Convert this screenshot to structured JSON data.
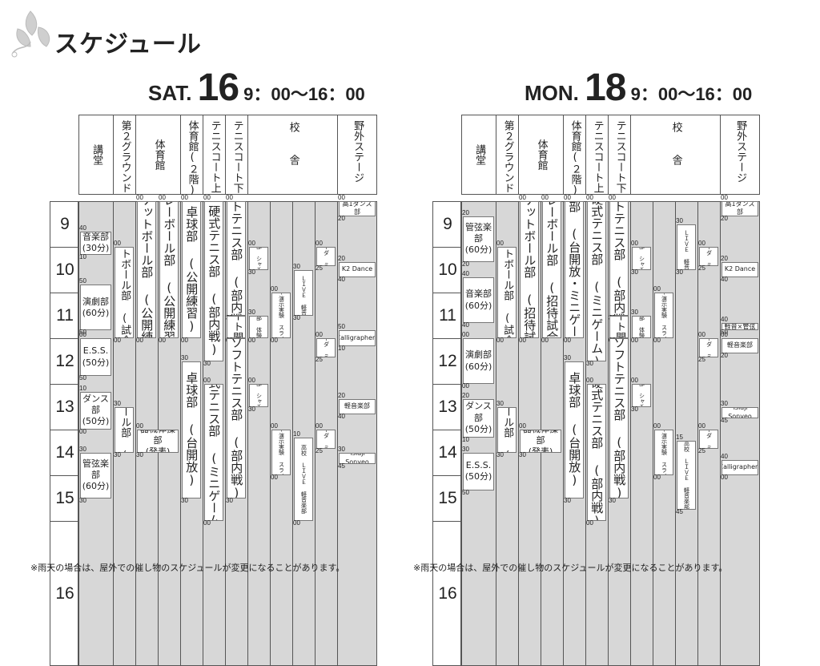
{
  "title": "スケジュール",
  "note": "※雨天の場合は、屋外での催し物のスケジュールが変更になることがあります。",
  "days": [
    {
      "dow": "SAT.",
      "date": "16",
      "hours": "9：00〜16：00",
      "hour_labels": [
        "9",
        "10",
        "11",
        "12",
        "13",
        "14",
        "15",
        "16"
      ],
      "columns": [
        "講堂",
        "第２グラウンド",
        "体育館",
        "",
        "体育館(２階)",
        "テニスコート上",
        "テニスコート下",
        "校舎",
        "",
        "",
        "",
        "野外ステージ"
      ],
      "events": [
        {
          "label": "音楽部\n(30分)",
          "dir": "h",
          "col": 0,
          "start": 9.67,
          "end": 10.17,
          "times": [
            "40",
            "10"
          ]
        },
        {
          "label": "演劇部\n(60分)",
          "dir": "h",
          "col": 0,
          "start": 10.83,
          "end": 11.83,
          "times": [
            "50",
            "50"
          ]
        },
        {
          "label": "E.S.S.\n(50分)",
          "dir": "h",
          "col": 0,
          "start": 12.0,
          "end": 12.83,
          "times": [
            "00",
            "50"
          ]
        },
        {
          "label": "ダンス部\n(50分)",
          "dir": "h",
          "col": 0,
          "start": 13.17,
          "end": 14.0,
          "times": [
            "10",
            "00"
          ]
        },
        {
          "label": "管弦楽部\n(60分)",
          "dir": "h",
          "col": 0,
          "start": 14.5,
          "end": 15.5,
          "times": [
            "30",
            "30"
          ]
        },
        {
          "label": "ソフトボール部 (試合)",
          "dir": "v",
          "col": 1,
          "start": 10.0,
          "end": 12.0,
          "times": [
            "00",
            "00"
          ]
        },
        {
          "label": "ソフトボール部 (体験)",
          "dir": "v",
          "col": 1,
          "start": 13.5,
          "end": 14.5,
          "times": [
            "30",
            "30"
          ]
        },
        {
          "label": "バスケットボール部 (公開練習)",
          "dir": "v",
          "col": 2,
          "start": 9.0,
          "end": 12.0,
          "times": [
            "00",
            "00"
          ]
        },
        {
          "label": "バレーボール部 (公開練習)",
          "dir": "v",
          "col": 3,
          "start": 9.0,
          "end": 12.0,
          "times": [
            "00",
            "00"
          ]
        },
        {
          "label": "器械体操部\n(発表)",
          "dir": "h",
          "col": 2,
          "span": 2,
          "start": 14.0,
          "end": 14.5,
          "times": [
            "00",
            "30"
          ]
        },
        {
          "label": "卓球部 (公開練習)",
          "dir": "v",
          "col": 4,
          "start": 9.0,
          "end": 12.0,
          "times": [
            "00",
            "00"
          ]
        },
        {
          "label": "卓球部 (台開放)",
          "dir": "v",
          "col": 4,
          "start": 12.5,
          "end": 15.5,
          "times": [
            "30",
            "30"
          ]
        },
        {
          "label": "硬式テニス部 (部内戦)",
          "dir": "v",
          "col": 5,
          "start": 9.0,
          "end": 12.5,
          "times": [
            "00",
            "30"
          ]
        },
        {
          "label": "硬式テニス部 (ミニゲーム)",
          "dir": "v",
          "col": 5,
          "start": 13.0,
          "end": 16.0,
          "times": [
            "00",
            "00"
          ]
        },
        {
          "label": "ソフトテニス部 (部内戦)",
          "dir": "v",
          "col": 6,
          "start": 9.0,
          "end": 11.5,
          "times": [
            "00",
            "30"
          ]
        },
        {
          "label": "コート開放",
          "dir": "v",
          "col": 6,
          "start": 11.5,
          "end": 12.0,
          "times": [
            "",
            "00"
          ]
        },
        {
          "label": "ソフトテニス部 (部内戦)",
          "dir": "v",
          "col": 6,
          "start": 12.0,
          "end": 15.5,
          "times": [
            "",
            "30"
          ]
        },
        {
          "label": "生物部 シャチ劇場",
          "dir": "v",
          "size": "xs",
          "col": 7,
          "start": 10.0,
          "end": 10.5,
          "times": [
            "00",
            "30"
          ]
        },
        {
          "label": "生物部 体験解剖",
          "dir": "v",
          "size": "xs",
          "col": 7,
          "start": 11.5,
          "end": 12.0,
          "times": [
            "30",
            "00"
          ]
        },
        {
          "label": "生物部 シャチ劇場",
          "dir": "v",
          "size": "xs",
          "col": 7,
          "start": 13.0,
          "end": 13.5,
          "times": [
            "00",
            "30"
          ]
        },
        {
          "label": "化学部 (演示実験 スライム体験)",
          "dir": "v",
          "size": "xs",
          "col": 8,
          "start": 11.0,
          "end": 12.0,
          "times": [
            "00",
            "00"
          ]
        },
        {
          "label": "化学部 (演示実験 スライム体験)",
          "dir": "v",
          "size": "xs",
          "col": 8,
          "start": 14.0,
          "end": 15.0,
          "times": [
            "00",
            "00"
          ]
        },
        {
          "label": "中学 ＬＩＶＥ 軽音楽部",
          "dir": "v",
          "size": "xs",
          "col": 9,
          "start": 10.5,
          "end": 11.5,
          "times": [
            "30",
            "30"
          ]
        },
        {
          "label": "高校 ＬＩＶＥ 軽音楽部",
          "dir": "v",
          "size": "xs",
          "col": 9,
          "start": 14.17,
          "end": 16.0,
          "times": [
            "10",
            "00"
          ]
        },
        {
          "label": "エントリーダ ミニ説明会",
          "dir": "v",
          "size": "xs",
          "col": 10,
          "start": 10.0,
          "end": 10.42,
          "times": [
            "00",
            "25"
          ]
        },
        {
          "label": "エントリーダ ミニ説明会",
          "dir": "v",
          "size": "xs",
          "col": 10,
          "start": 12.0,
          "end": 12.42,
          "times": [
            "00",
            "25"
          ]
        },
        {
          "label": "エントリーダ ミニ説明会",
          "dir": "v",
          "size": "xs",
          "col": 10,
          "start": 14.0,
          "end": 14.42,
          "times": [
            "00",
            "25"
          ]
        },
        {
          "label": "高1ダンス部",
          "dir": "h",
          "size": "xs",
          "col": 11,
          "start": 9.0,
          "end": 9.33,
          "times": [
            "00",
            "20"
          ]
        },
        {
          "label": "K2 Dance",
          "dir": "h",
          "size": "xs",
          "col": 11,
          "start": 10.33,
          "end": 10.67,
          "times": [
            "20",
            "40"
          ]
        },
        {
          "label": "Calligraphers",
          "dir": "h",
          "size": "xs",
          "col": 11,
          "start": 11.83,
          "end": 12.17,
          "times": [
            "50",
            "10"
          ]
        },
        {
          "label": "軽音楽部",
          "dir": "h",
          "size": "xs",
          "col": 11,
          "start": 13.33,
          "end": 13.67,
          "times": [
            "20",
            "40"
          ]
        },
        {
          "label": "Tsiaji Sonyeo",
          "dir": "h",
          "size": "xs",
          "col": 11,
          "start": 14.5,
          "end": 14.75,
          "times": [
            "30",
            "45"
          ]
        }
      ]
    },
    {
      "dow": "MON.",
      "date": "18",
      "hours": "9：00〜16：00",
      "hour_labels": [
        "9",
        "10",
        "11",
        "12",
        "13",
        "14",
        "15",
        "16"
      ],
      "columns": [
        "講堂",
        "第２グラウンド",
        "体育館",
        "",
        "体育館(２階)",
        "テニスコート上",
        "テニスコート下",
        "校舎",
        "",
        "",
        "",
        "野外ステージ"
      ],
      "events": [
        {
          "label": "管弦楽部\n(60分)",
          "dir": "h",
          "col": 0,
          "start": 9.33,
          "end": 10.33,
          "times": [
            "20",
            "20"
          ]
        },
        {
          "label": "音楽部\n(60分)",
          "dir": "h",
          "col": 0,
          "start": 10.67,
          "end": 11.67,
          "times": [
            "40",
            "40"
          ]
        },
        {
          "label": "演劇部\n(60分)",
          "dir": "h",
          "col": 0,
          "start": 12.0,
          "end": 13.0,
          "times": [
            "00",
            "00"
          ]
        },
        {
          "label": "ダンス部\n(50分)",
          "dir": "h",
          "col": 0,
          "start": 13.33,
          "end": 14.17,
          "times": [
            "20",
            "10"
          ]
        },
        {
          "label": "E.S.S.\n(50分)",
          "dir": "h",
          "col": 0,
          "start": 14.5,
          "end": 15.33,
          "times": [
            "30",
            "50"
          ]
        },
        {
          "label": "ソフトボール部 (試合)",
          "dir": "v",
          "col": 1,
          "start": 10.0,
          "end": 12.0,
          "times": [
            "00",
            "00"
          ]
        },
        {
          "label": "ソフトボール部 (体験)",
          "dir": "v",
          "col": 1,
          "start": 13.5,
          "end": 14.5,
          "times": [
            "30",
            "30"
          ]
        },
        {
          "label": "バスケットボール部 (招待試合)",
          "dir": "v",
          "col": 2,
          "start": 9.0,
          "end": 12.0,
          "times": [
            "00",
            "00"
          ]
        },
        {
          "label": "バレーボール部 (招待試合)",
          "dir": "v",
          "col": 3,
          "start": 9.0,
          "end": 12.0,
          "times": [
            "00",
            "00"
          ]
        },
        {
          "label": "器械体操部\n(発表)",
          "dir": "h",
          "col": 2,
          "span": 2,
          "start": 14.0,
          "end": 14.5,
          "times": [
            "00",
            "30"
          ]
        },
        {
          "label": "卓球部 (台開放・ミニゲーム)",
          "dir": "v",
          "col": 4,
          "start": 9.0,
          "end": 12.0,
          "times": [
            "00",
            "00"
          ]
        },
        {
          "label": "卓球部 (台開放)",
          "dir": "v",
          "col": 4,
          "start": 12.5,
          "end": 15.5,
          "times": [
            "30",
            "30"
          ]
        },
        {
          "label": "硬式テニス部 (ミニゲーム)",
          "dir": "v",
          "col": 5,
          "start": 9.0,
          "end": 12.5,
          "times": [
            "00",
            "30"
          ]
        },
        {
          "label": "硬式テニス部 (部内戦)",
          "dir": "v",
          "col": 5,
          "start": 13.0,
          "end": 16.0,
          "times": [
            "00",
            "00"
          ]
        },
        {
          "label": "ソフトテニス部 (部内戦)",
          "dir": "v",
          "col": 6,
          "start": 9.0,
          "end": 11.5,
          "times": [
            "00",
            "30"
          ]
        },
        {
          "label": "コート開放",
          "dir": "v",
          "col": 6,
          "start": 11.5,
          "end": 12.0,
          "times": [
            "",
            "00"
          ]
        },
        {
          "label": "ソフトテニス部 (部内戦)",
          "dir": "v",
          "col": 6,
          "start": 12.0,
          "end": 15.5,
          "times": [
            "",
            "30"
          ]
        },
        {
          "label": "生物部 シャチ劇場",
          "dir": "v",
          "size": "xs",
          "col": 7,
          "start": 10.0,
          "end": 10.5,
          "times": [
            "00",
            "30"
          ]
        },
        {
          "label": "生物部 体験解剖",
          "dir": "v",
          "size": "xs",
          "col": 7,
          "start": 11.5,
          "end": 12.0,
          "times": [
            "30",
            "00"
          ]
        },
        {
          "label": "生物部 シャチ劇場",
          "dir": "v",
          "size": "xs",
          "col": 7,
          "start": 13.0,
          "end": 13.5,
          "times": [
            "00",
            "30"
          ]
        },
        {
          "label": "化学部 (演示実験 スライム体験)",
          "dir": "v",
          "size": "xs",
          "col": 8,
          "start": 11.0,
          "end": 12.0,
          "times": [
            "00",
            "00"
          ]
        },
        {
          "label": "化学部 (演示実験 スライム体験)",
          "dir": "v",
          "size": "xs",
          "col": 8,
          "start": 14.0,
          "end": 15.0,
          "times": [
            "00",
            "00"
          ]
        },
        {
          "label": "中学 ＬＩＶＥ 軽音楽部",
          "dir": "v",
          "size": "xs",
          "col": 9,
          "start": 9.5,
          "end": 10.5,
          "times": [
            "30",
            "30"
          ]
        },
        {
          "label": "高校 ＬＩＶＥ 軽音楽部",
          "dir": "v",
          "size": "xs",
          "col": 9,
          "start": 14.25,
          "end": 15.75,
          "times": [
            "15",
            "45"
          ]
        },
        {
          "label": "エントリーダ ミニ説明会",
          "dir": "v",
          "size": "xs",
          "col": 10,
          "start": 10.0,
          "end": 10.42,
          "times": [
            "00",
            "25"
          ]
        },
        {
          "label": "エントリーダ ミニ説明会",
          "dir": "v",
          "size": "xs",
          "col": 10,
          "start": 12.0,
          "end": 12.42,
          "times": [
            "00",
            "25"
          ]
        },
        {
          "label": "エントリーダ ミニ説明会",
          "dir": "v",
          "size": "xs",
          "col": 10,
          "start": 14.0,
          "end": 14.42,
          "times": [
            "00",
            "25"
          ]
        },
        {
          "label": "高1ダンス部",
          "dir": "h",
          "size": "xs",
          "col": 11,
          "start": 9.0,
          "end": 9.33,
          "times": [
            "00",
            "20"
          ]
        },
        {
          "label": "K2 Dance",
          "dir": "h",
          "size": "xs",
          "col": 11,
          "start": 10.33,
          "end": 10.67,
          "times": [
            "20",
            "40"
          ]
        },
        {
          "label": "軽音×管弦",
          "dir": "h",
          "size": "xs",
          "col": 11,
          "start": 11.67,
          "end": 11.83,
          "times": [
            "40",
            "50"
          ]
        },
        {
          "label": "軽音楽部",
          "dir": "h",
          "size": "xs",
          "col": 11,
          "start": 12.0,
          "end": 12.33,
          "times": [
            "00",
            "20"
          ]
        },
        {
          "label": "Tsiaji Sonyeo",
          "dir": "h",
          "size": "xs",
          "col": 11,
          "start": 13.5,
          "end": 13.75,
          "times": [
            "30",
            "45"
          ]
        },
        {
          "label": "Calligraphers",
          "dir": "h",
          "size": "xs",
          "col": 11,
          "start": 14.67,
          "end": 15.0,
          "times": [
            "40",
            "00"
          ]
        }
      ]
    }
  ]
}
